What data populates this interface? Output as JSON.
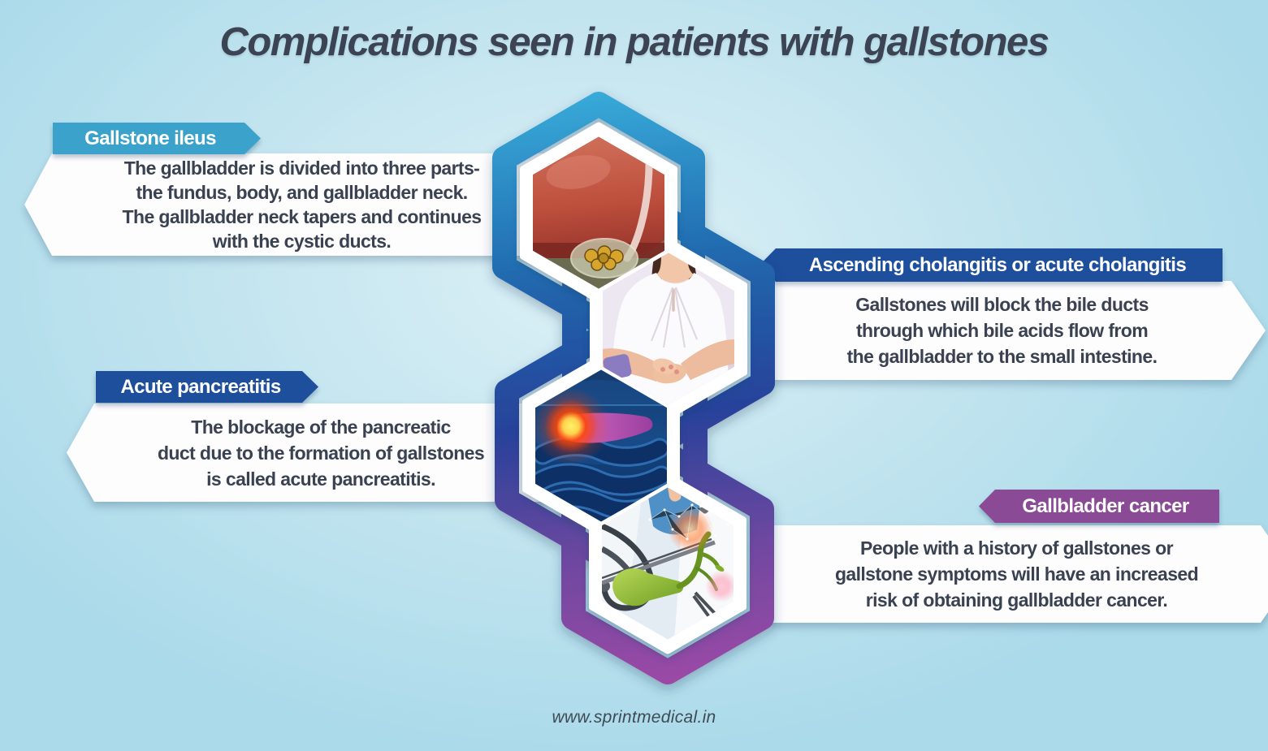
{
  "title": "Complications seen in patients with gallstones",
  "callouts": [
    {
      "id": "gallstone-ileus",
      "label": "Gallstone ileus",
      "side": "left",
      "lines": [
        "The gallbladder is divided into three parts-",
        "the fundus, body, and gallbladder neck.",
        "The gallbladder neck tapers and continues",
        "with the cystic ducts."
      ]
    },
    {
      "id": "ascending-cholangitis",
      "label": "Ascending cholangitis or acute cholangitis",
      "side": "right",
      "lines": [
        "Gallstones will block the bile ducts",
        "through which bile acids flow from",
        "the gallbladder to the small intestine."
      ]
    },
    {
      "id": "acute-pancreatitis",
      "label": "Acute pancreatitis",
      "side": "left",
      "lines": [
        "The blockage of the pancreatic",
        "duct due to the formation of gallstones",
        "is called acute pancreatitis."
      ]
    },
    {
      "id": "gallbladder-cancer",
      "label": "Gallbladder cancer",
      "side": "right",
      "lines": [
        "People with a history of gallstones or",
        "gallstone symptoms will have an increased",
        "risk of obtaining gallbladder cancer."
      ]
    }
  ],
  "hexagon_images": [
    {
      "name": "liver-gallstones-illustration"
    },
    {
      "name": "woman-abdominal-pain-photo"
    },
    {
      "name": "inflamed-pancreas-illustration"
    },
    {
      "name": "gallbladder-medical-illustration"
    }
  ],
  "footer": {
    "website": "www.sprintmedical.in"
  },
  "colors": {
    "background": "#abdaea",
    "title_text": "#3c4454",
    "body_text": "#3a4252",
    "label_light_blue": "#3ba3cb",
    "label_dark_blue": "#1d4f9d",
    "label_purple": "#8b4a96",
    "chain_top": "#38abd9",
    "chain_middle": "#27429a",
    "chain_bottom": "#9c4aa6"
  }
}
